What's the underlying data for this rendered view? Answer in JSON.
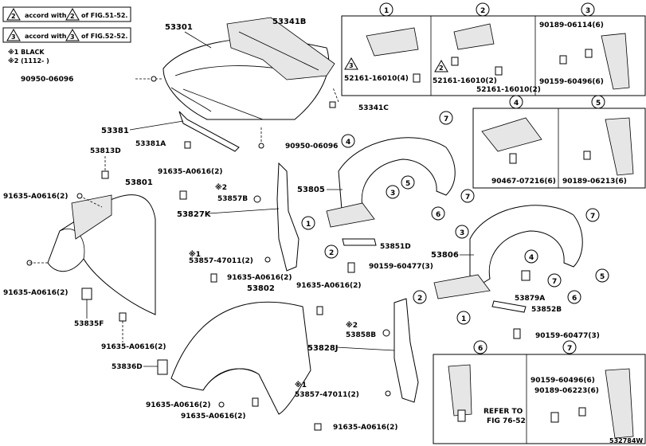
{
  "legend": {
    "note2_mark": "2",
    "note2_text_a": "accord with",
    "note2_text_b": "of FIG.51-52.",
    "note3_mark": "3",
    "note3_text_a": "accord with",
    "note3_text_b": "of FIG.52-52.",
    "note_x1": "※1  BLACK",
    "note_x2": "※2  (1112-        )"
  },
  "callouts": {
    "c1": "1",
    "c2": "2",
    "c3": "3",
    "c4": "4",
    "c5": "5",
    "c6": "6",
    "c7": "7"
  },
  "labels": {
    "p53301": "53301",
    "p53341B": "53341B",
    "p53341C": "53341C",
    "p90950_06096_a": "90950-06096",
    "p90950_06096_b": "90950-06096",
    "p53381": "53381",
    "p53381A": "53381A",
    "p53813D": "53813D",
    "p53801": "53801",
    "p91635_A0616_a": "91635-A0616(2)",
    "p91635_A0616_b": "91635-A0616(2)",
    "p91635_A0616_c": "91635-A0616(2)",
    "p91635_A0616_d": "91635-A0616(2)",
    "p91635_A0616_e": "91635-A0616(2)",
    "p91635_A0616_f": "91635-A0616(2)",
    "p91635_A0616_g": "91635-A0616(2)",
    "p91635_A0616_h": "91635-A0616(2)",
    "p91635_A0616_i": "91635-A0616(2)",
    "p53835F": "53835F",
    "x1_mark": "※1",
    "x2_mark": "※2",
    "p53857B": "53857B",
    "p53827K": "53827K",
    "p53857_47011_a": "53857-47011(2)",
    "p53857_47011_b": "53857-47011(2)",
    "p53802": "53802",
    "p53836D": "53836D",
    "p53858B": "53858B",
    "p53828J": "53828J",
    "p53805": "53805",
    "p53851D": "53851D",
    "p90159_60477_a": "90159-60477(3)",
    "p90159_60477_b": "90159-60477(3)",
    "p53806": "53806",
    "p53879A": "53879A",
    "p53852B": "53852B",
    "p52161_16010_4": "52161-16010(4)",
    "p52161_16010_2a": "52161-16010(2)",
    "p52161_16010_2b": "52161-16010(2)",
    "p90189_06114": "90189-06114(6)",
    "p90159_60496_a": "90159-60496(6)",
    "p90159_60496_b": "90159-60496(6)",
    "p90467_07216": "90467-07216(6)",
    "p90189_06213": "90189-06213(6)",
    "p90189_06223": "90189-06223(6)",
    "refer_to": "REFER TO",
    "refer_fig": "FIG 76-52"
  },
  "footer": {
    "figure_id": "532784W"
  }
}
